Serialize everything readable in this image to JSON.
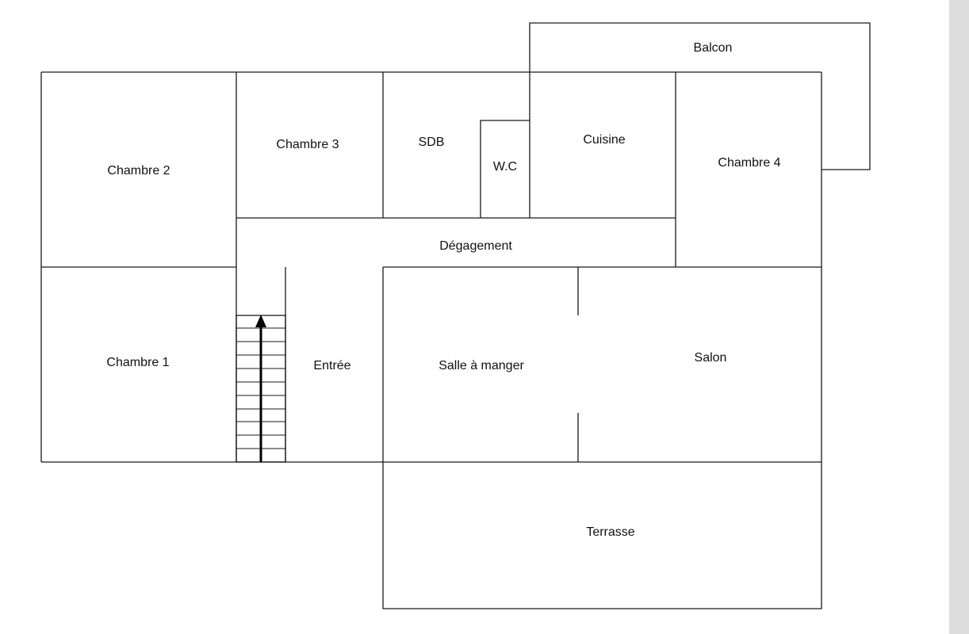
{
  "floor_plan": {
    "rooms": {
      "balcon": "Balcon",
      "chambre_2": "Chambre 2",
      "chambre_3": "Chambre 3",
      "sdb": "SDB",
      "wc": "W.C",
      "cuisine": "Cuisine",
      "chambre_4": "Chambre 4",
      "degagement": "Dégagement",
      "chambre_1": "Chambre 1",
      "entree": "Entrée",
      "salle_a_manger": "Salle à manger",
      "salon": "Salon",
      "terrasse": "Terrasse"
    }
  }
}
